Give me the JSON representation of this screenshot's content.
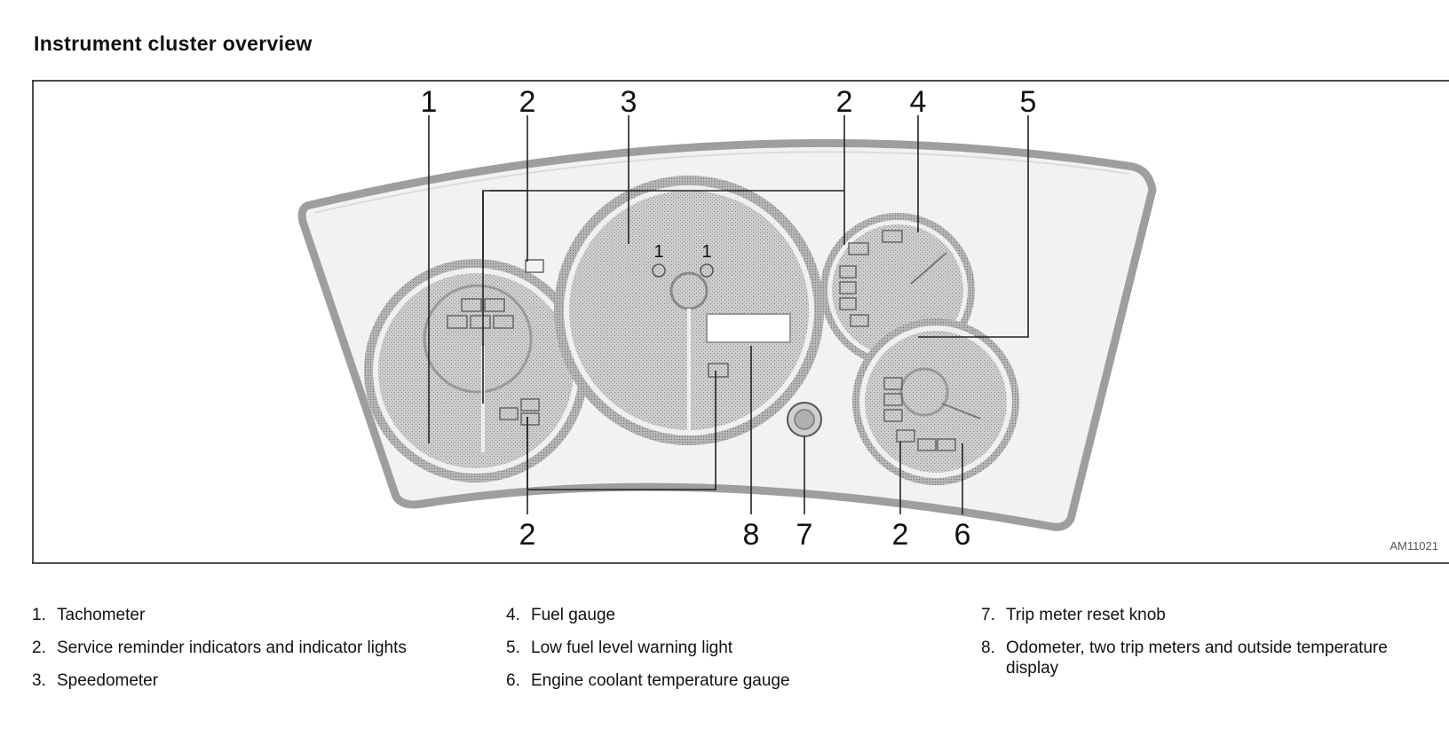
{
  "title": "Instrument cluster overview",
  "figure": {
    "image_code": "AM11021",
    "callouts": [
      "1",
      "2",
      "3",
      "2",
      "4",
      "5",
      "2",
      "8",
      "7",
      "2",
      "6"
    ],
    "mini_labels": [
      "1",
      "1"
    ]
  },
  "legend": {
    "col1": [
      {
        "num": "1.",
        "text": "Tachometer"
      },
      {
        "num": "2.",
        "text": "Service reminder indicators and indicator lights"
      },
      {
        "num": "3.",
        "text": "Speedometer"
      }
    ],
    "col2": [
      {
        "num": "4.",
        "text": "Fuel gauge"
      },
      {
        "num": "5.",
        "text": "Low fuel level warning light"
      },
      {
        "num": "6.",
        "text": "Engine coolant temperature gauge"
      }
    ],
    "col3": [
      {
        "num": "7.",
        "text": "Trip meter reset knob"
      },
      {
        "num": "8.",
        "text": "Odometer, two trip meters and outside temperature display"
      }
    ]
  },
  "colors": {
    "gauge_fill": "#c8c8c8",
    "ring": "#a8a8a8",
    "frame": "#9e9e9e",
    "line": "#222222"
  }
}
